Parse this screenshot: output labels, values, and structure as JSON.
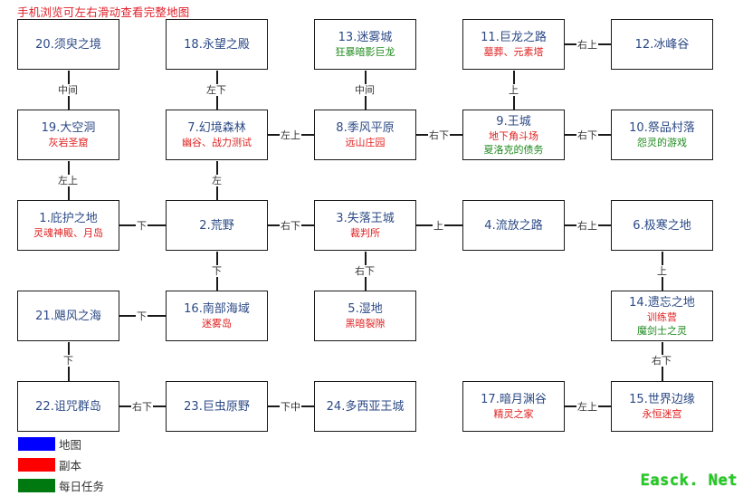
{
  "hint": "手机浏览可左右滑动查看完整地图",
  "colors": {
    "map": "#0000ff",
    "dungeon": "#ff0000",
    "daily_quest": "#007a10",
    "title_text": "#2c4a86",
    "border": "#1a1a1a"
  },
  "nodes": {
    "n20": {
      "title": "20.须臾之境",
      "subs": []
    },
    "n18": {
      "title": "18.永望之殿",
      "subs": []
    },
    "n13": {
      "title": "13.迷雾城",
      "subs": [
        {
          "text": "狂暴暗影巨龙",
          "type": "quest"
        }
      ]
    },
    "n11": {
      "title": "11.巨龙之路",
      "subs": [
        {
          "text": "墓葬、元素塔",
          "type": "dungeon"
        }
      ]
    },
    "n12": {
      "title": "12.冰峰谷",
      "subs": []
    },
    "n19": {
      "title": "19.大空洞",
      "subs": [
        {
          "text": "灰岩圣窟",
          "type": "dungeon"
        }
      ]
    },
    "n7": {
      "title": "7.幻境森林",
      "subs": [
        {
          "text": "幽谷、战力测试",
          "type": "dungeon"
        }
      ]
    },
    "n8": {
      "title": "8.季风平原",
      "subs": [
        {
          "text": "远山庄园",
          "type": "dungeon"
        }
      ]
    },
    "n9": {
      "title": "9.王城",
      "subs": [
        {
          "text": "地下角斗场",
          "type": "dungeon"
        },
        {
          "text": "夏洛克的债务",
          "type": "quest"
        }
      ]
    },
    "n10": {
      "title": "10.祭品村落",
      "subs": [
        {
          "text": "怨灵的游戏",
          "type": "quest"
        }
      ]
    },
    "n1": {
      "title": "1.庇护之地",
      "subs": [
        {
          "text": "灵魂神殿、月岛",
          "type": "dungeon"
        }
      ]
    },
    "n2": {
      "title": "2.荒野",
      "subs": []
    },
    "n3": {
      "title": "3.失落王城",
      "subs": [
        {
          "text": "裁判所",
          "type": "dungeon"
        }
      ]
    },
    "n4": {
      "title": "4.流放之路",
      "subs": []
    },
    "n6": {
      "title": "6.极寒之地",
      "subs": []
    },
    "n21": {
      "title": "21.飓风之海",
      "subs": []
    },
    "n16": {
      "title": "16.南部海域",
      "subs": [
        {
          "text": "迷雾岛",
          "type": "dungeon"
        }
      ]
    },
    "n5": {
      "title": "5.湿地",
      "subs": [
        {
          "text": "黑暗裂隙",
          "type": "dungeon"
        }
      ]
    },
    "n14": {
      "title": "14.遗忘之地",
      "subs": [
        {
          "text": "训练营",
          "type": "dungeon"
        },
        {
          "text": "魔剑士之灵",
          "type": "quest"
        }
      ]
    },
    "n22": {
      "title": "22.诅咒群岛",
      "subs": []
    },
    "n23": {
      "title": "23.巨虫原野",
      "subs": []
    },
    "n24": {
      "title": "24.多西亚王城",
      "subs": []
    },
    "n17": {
      "title": "17.暗月渊谷",
      "subs": [
        {
          "text": "精灵之家",
          "type": "dungeon"
        }
      ]
    },
    "n15": {
      "title": "15.世界边缘",
      "subs": [
        {
          "text": "永恒迷宫",
          "type": "dungeon"
        }
      ]
    }
  },
  "edges": {
    "e20_19": "中间",
    "e18_7": "左下",
    "e13_8": "中间",
    "e11_12": "右上",
    "e11_9": "上",
    "e7_8": "左上",
    "e8_9": "右下",
    "e9_10": "右下",
    "e19_1": "左上",
    "e7_2": "左",
    "e1_2": "下",
    "e2_3": "右下",
    "e3_4": "上",
    "e4_6": "右上",
    "e2_16": "下",
    "e3_5": "右下",
    "e6_14": "上",
    "e21_16": "下",
    "e21_22": "下",
    "e14_15": "右下",
    "e22_23": "右下",
    "e23_24": "下中",
    "e17_15": "左上"
  },
  "legend": [
    {
      "label": "地图",
      "color": "#0000ff"
    },
    {
      "label": "副本",
      "color": "#ff0000"
    },
    {
      "label": "每日任务",
      "color": "#007a10"
    }
  ],
  "watermark": "Easck. Net"
}
